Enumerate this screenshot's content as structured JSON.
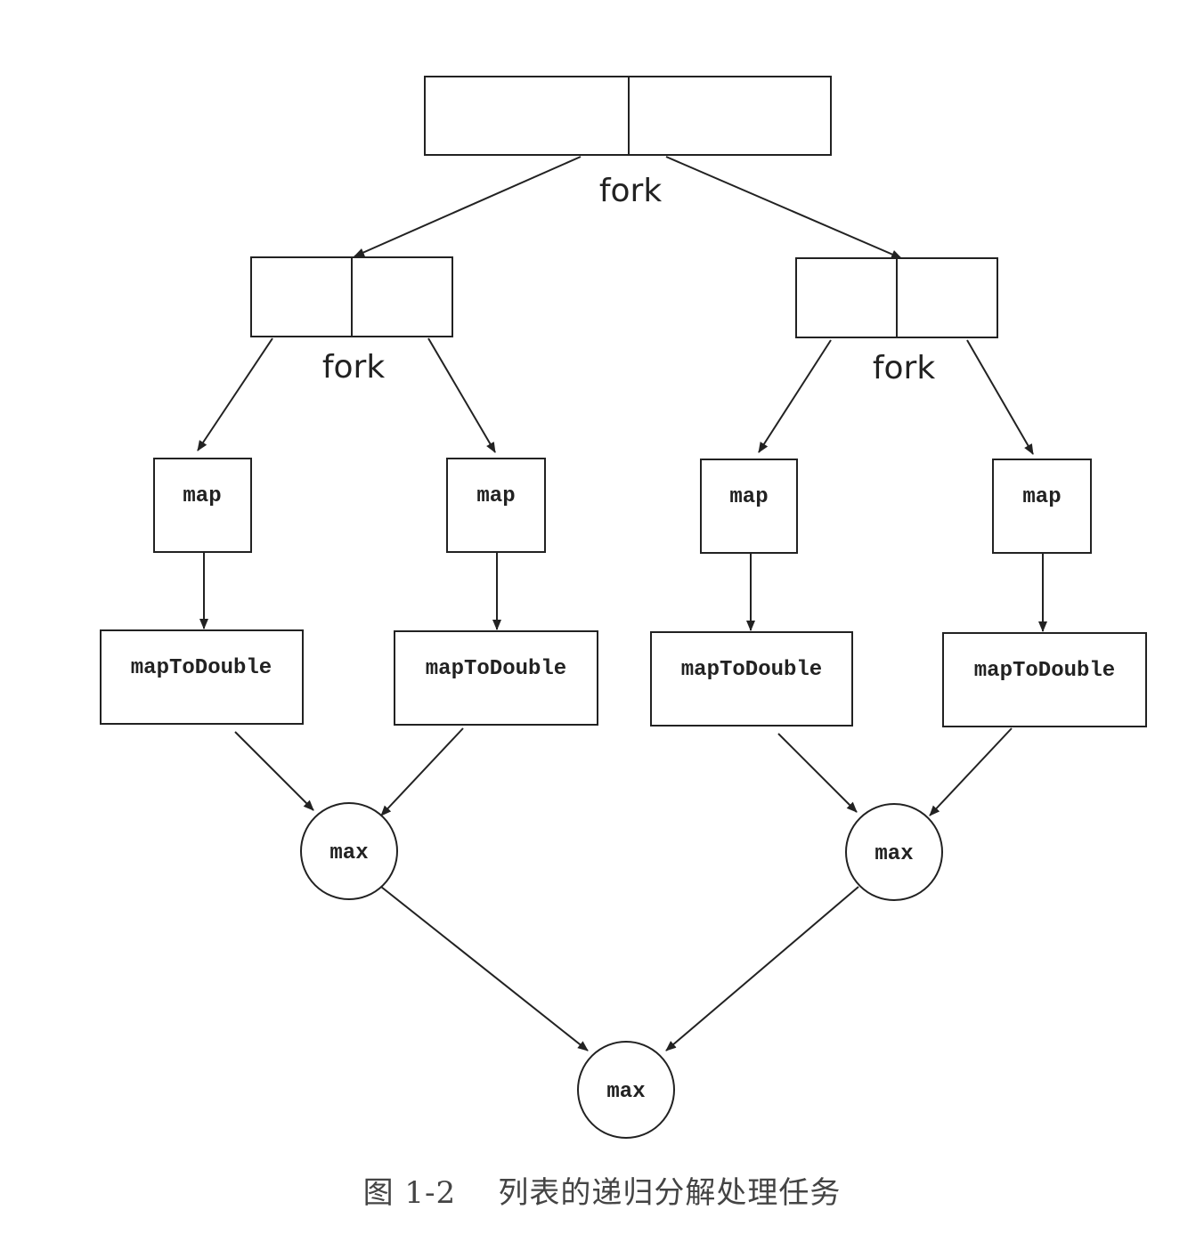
{
  "labels": {
    "fork": "fork",
    "map": "map",
    "map_to_double": "mapToDouble",
    "max": "max"
  },
  "caption": {
    "figure_number": "图 1-2",
    "text": "列表的递归分解处理任务"
  }
}
